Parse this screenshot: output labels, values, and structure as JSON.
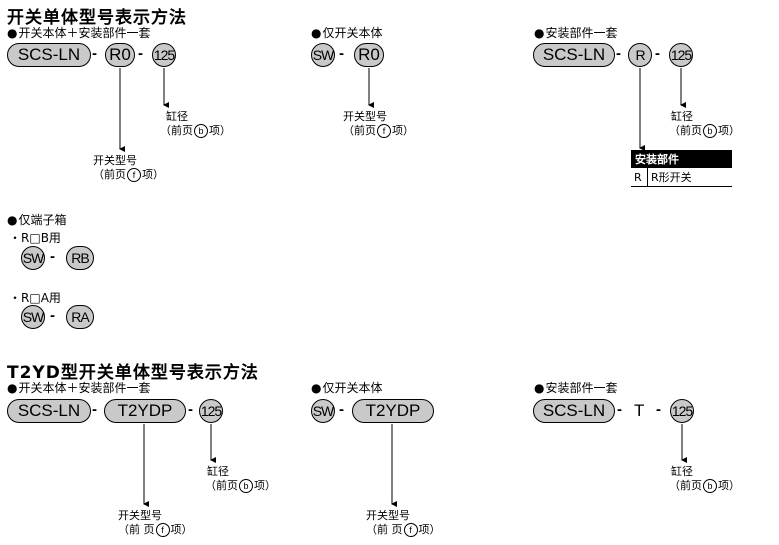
{
  "section1": {
    "title": "开关单体型号表示方法",
    "groups": {
      "a": {
        "heading": "开关本体＋安装部件一套",
        "model": "SCS-LN",
        "switch": "R0",
        "bore": "125",
        "bore_note_1": "缸径",
        "bore_note_2a": "（前页",
        "bore_note_ref": "b",
        "bore_note_2b": "项）",
        "sw_note_1": "开关型号",
        "sw_note_2a": "（前页",
        "sw_note_ref": "f",
        "sw_note_2b": "项）"
      },
      "b": {
        "heading": "仅开关本体",
        "sw": "SW",
        "switch": "R0",
        "sw_note_1": "开关型号",
        "sw_note_2a": "（前页",
        "sw_note_ref": "f",
        "sw_note_2b": "项）"
      },
      "c": {
        "heading": "安装部件一套",
        "model": "SCS-LN",
        "switch": "R",
        "bore": "125",
        "bore_note_1": "缸径",
        "bore_note_2a": "（前页",
        "bore_note_ref": "b",
        "bore_note_2b": "项）",
        "table_header": "安装部件",
        "table_code": "R",
        "table_desc": "R形开关"
      },
      "d": {
        "heading": "仅端子箱",
        "item1_label": "R□B用",
        "item1_sw": "SW",
        "item1_code": "RB",
        "item2_label": "R□A用",
        "item2_sw": "SW",
        "item2_code": "RA"
      }
    }
  },
  "section2": {
    "title": "T2YD型开关单体型号表示方法",
    "groups": {
      "a": {
        "heading": "开关本体＋安装部件一套",
        "model": "SCS-LN",
        "switch": "T2YDP",
        "bore": "125",
        "bore_note_1": "缸径",
        "bore_note_2a": "（前页",
        "bore_note_ref": "b",
        "bore_note_2b": "项）",
        "sw_note_1": "开关型号",
        "sw_note_2a": "（前 页",
        "sw_note_ref": "f",
        "sw_note_2b": "项）"
      },
      "b": {
        "heading": "仅开关本体",
        "sw": "SW",
        "switch": "T2YDP",
        "sw_note_1": "开关型号",
        "sw_note_2a": "（前 页",
        "sw_note_ref": "f",
        "sw_note_2b": "项）"
      },
      "c": {
        "heading": "安装部件一套",
        "model": "SCS-LN",
        "switch": "T",
        "bore": "125",
        "bore_note_1": "缸径",
        "bore_note_2a": "（前页",
        "bore_note_ref": "b",
        "bore_note_2b": "项）"
      }
    }
  },
  "symbols": {
    "bullet": "●",
    "small_bullet": "・",
    "dash": "-"
  },
  "colors": {
    "pill_fill": "#c9c9c9",
    "table_header_bg": "#000000"
  }
}
